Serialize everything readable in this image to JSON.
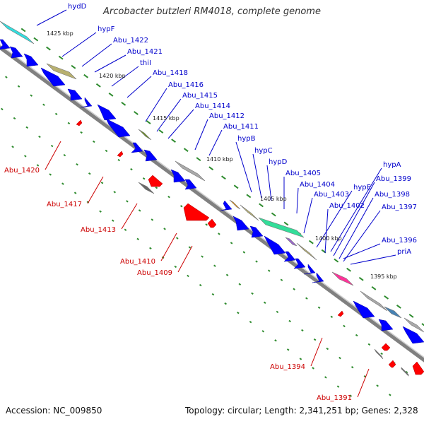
{
  "header": {
    "title": "Arcobacter butzleri RM4018, complete genome"
  },
  "footer": {
    "accession": "Accession: NC_009850",
    "topology": "Topology: circular; Length: 2,341,251 bp; Genes: 2,328"
  },
  "colors": {
    "forward_arrow": "#0000ff",
    "reverse_arrow": "#ff0000",
    "forward_label": "#0000cc",
    "reverse_label": "#cc0000",
    "backbone": "#808080",
    "tick_dot": "#2e8b2e"
  },
  "scale_labels": [
    "1425 kbp",
    "1420 kbp",
    "1415 kbp",
    "1410 kbp",
    "1405 kbp",
    "1400 kbp",
    "1395 kbp"
  ],
  "forward_labels": [
    "hydD",
    "hypF",
    "Abu_1422",
    "Abu_1421",
    "thiI",
    "Abu_1418",
    "Abu_1416",
    "Abu_1415",
    "Abu_1414",
    "Abu_1412",
    "Abu_1411",
    "hypB",
    "hypC",
    "hypD",
    "Abu_1405",
    "Abu_1404",
    "Abu_1403",
    "hypE",
    "Abu_1402",
    "hypA",
    "Abu_1399",
    "Abu_1398",
    "Abu_1397",
    "Abu_1396",
    "priA"
  ],
  "reverse_labels": [
    "Abu_1420",
    "Abu_1417",
    "Abu_1413",
    "Abu_1410",
    "Abu_1409",
    "Abu_1394",
    "Abu_1391"
  ],
  "cog_blocks": [
    {
      "gene": "hydD",
      "color": "#33dddd"
    },
    {
      "gene": "hypF",
      "color": "#b8b070"
    },
    {
      "gene": "Abu_1416",
      "color": "#6b8e23"
    },
    {
      "gene": "Abu_1411",
      "color": "#a9a9a9"
    },
    {
      "gene": "hypB",
      "color": "#ff9900"
    },
    {
      "gene": "hypC",
      "color": "#b8b070"
    },
    {
      "gene": "hypD",
      "color": "#33dd99"
    },
    {
      "gene": "hypE",
      "color": "#9966cc"
    },
    {
      "gene": "hypA",
      "color": "#b8b070"
    },
    {
      "gene": "Abu_1397",
      "color": "#ff3399"
    },
    {
      "gene": "Abu_1396",
      "color": "#a9a9a9"
    },
    {
      "gene": "priA",
      "color": "#4682b4"
    },
    {
      "gene": "Abu_1394",
      "color": "#a9a9a9"
    },
    {
      "gene": "Abu_1413",
      "color": "#696969"
    },
    {
      "gene": "Abu_1410",
      "color": "#696969"
    },
    {
      "gene": "Abu_1391",
      "color": "#696969"
    }
  ]
}
